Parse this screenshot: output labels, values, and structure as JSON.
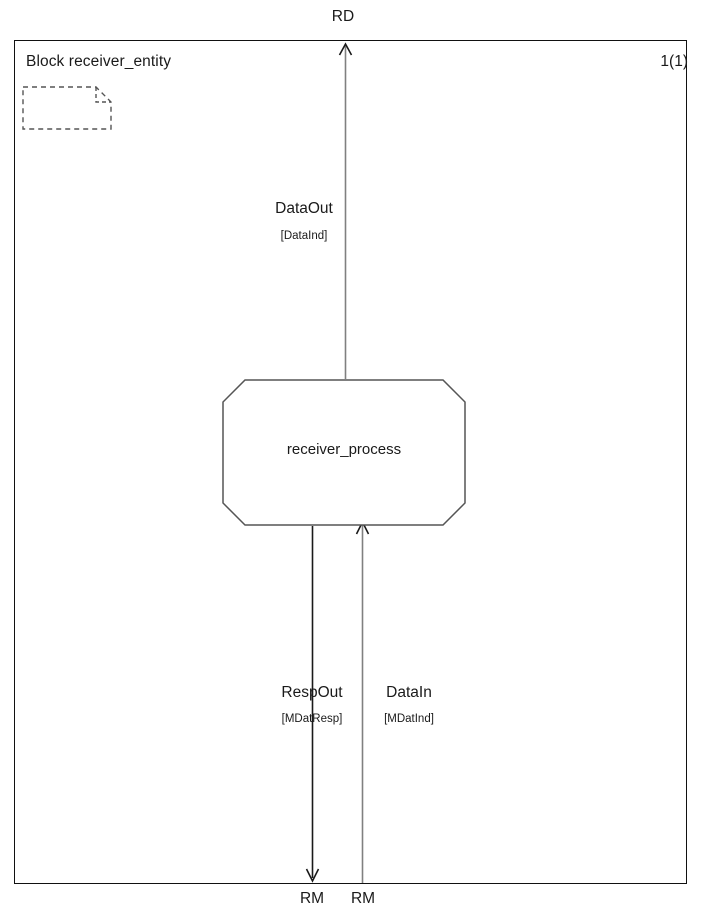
{
  "diagram": {
    "kind": "sdl-block-diagram",
    "title": "Block receiver_entity",
    "page_indicator": "1(1)",
    "background_color": "#ffffff",
    "frame_color": "#111111",
    "line_color_dark": "#1a1a1a",
    "line_color_gray": "#808080"
  },
  "note": {
    "name": "text-extension-symbol",
    "content": "",
    "style": "dashed"
  },
  "process": {
    "label": "receiver_process"
  },
  "channels": {
    "top": {
      "endpoint_name": "RD",
      "gate_label": "DataOut",
      "signal_list": "[DataInd]",
      "direction": "out"
    },
    "bottom_left": {
      "endpoint_name": "RM",
      "gate_label": "RespOut",
      "signal_list": "[MDatResp]",
      "direction": "out"
    },
    "bottom_right": {
      "endpoint_name": "RM",
      "gate_label": "DataIn",
      "signal_list": "[MDatInd]",
      "direction": "in"
    }
  }
}
